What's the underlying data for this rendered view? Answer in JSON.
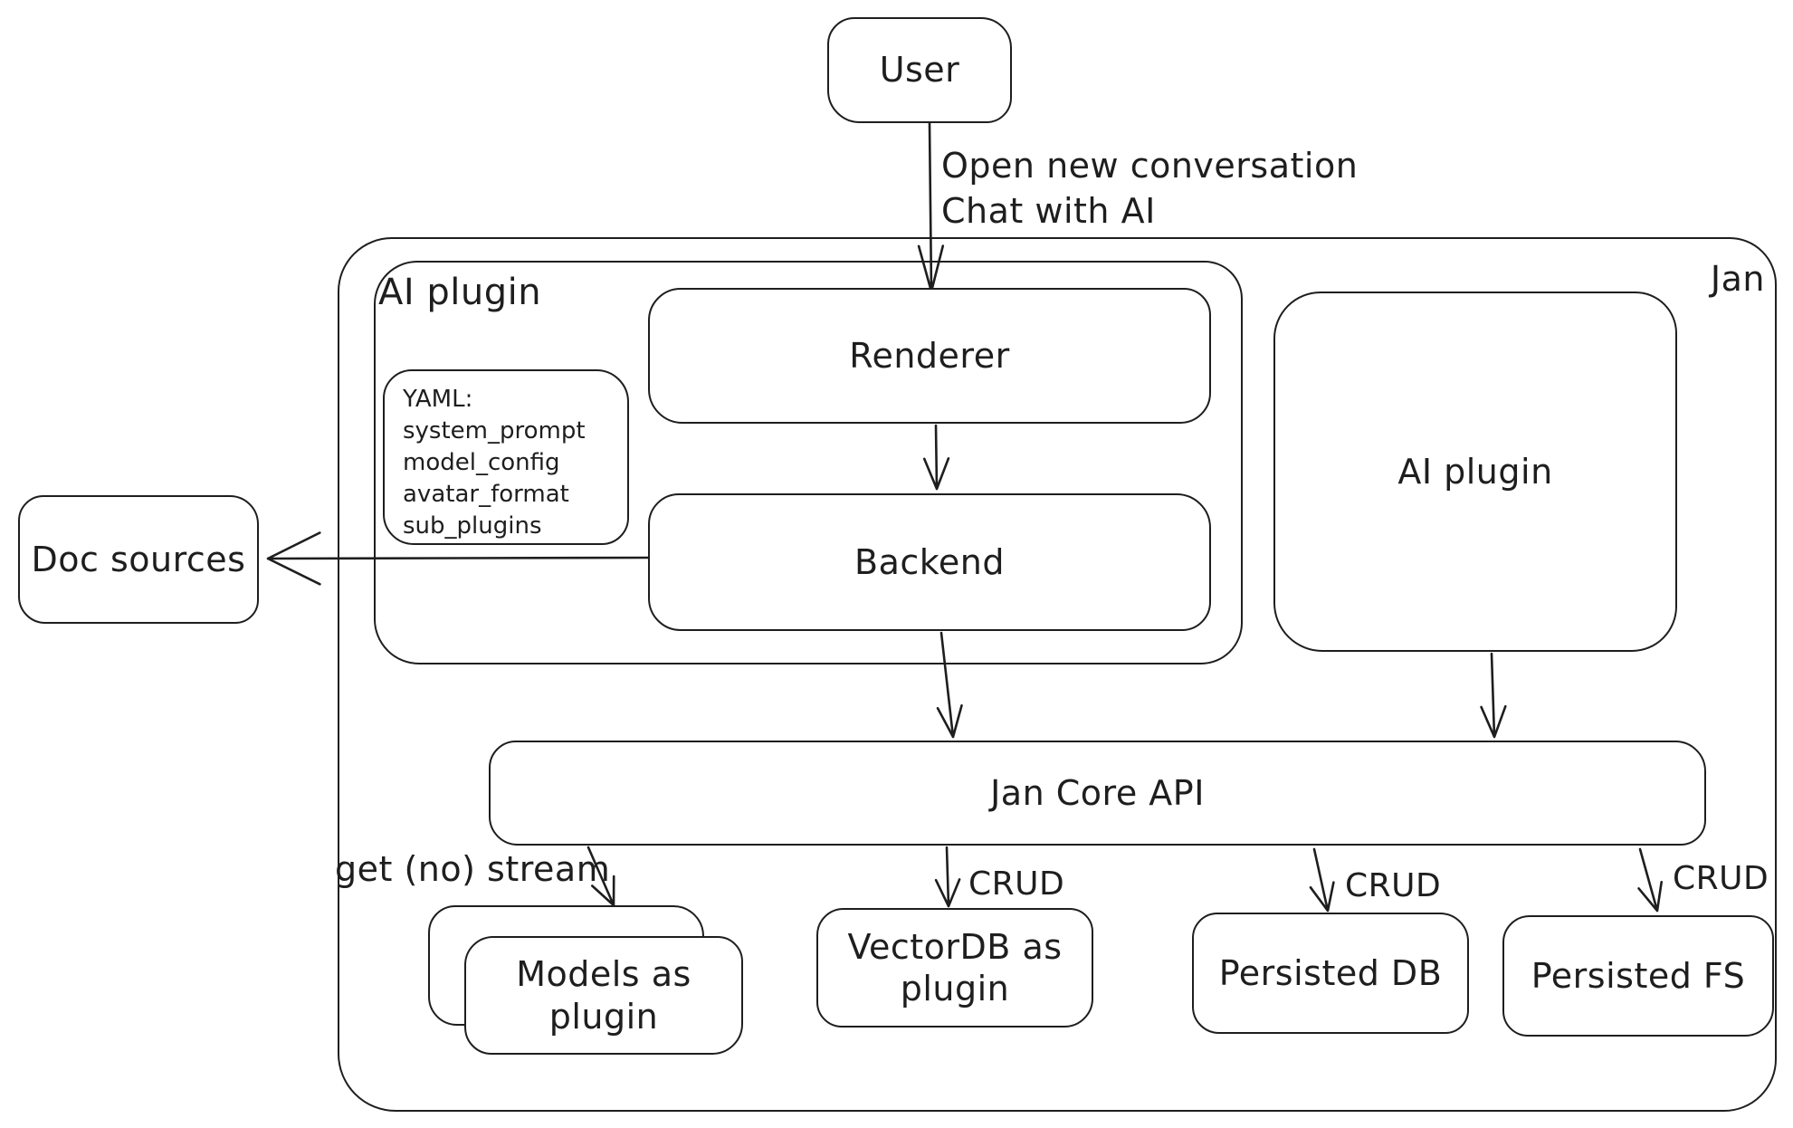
{
  "diagram": {
    "title_context": "Jan architecture diagram",
    "user_box": "User",
    "user_arrow_label": [
      "Open new conversation",
      "Chat with AI"
    ],
    "jan_label": "Jan",
    "ai_plugin_container_label": "AI plugin",
    "renderer_box": "Renderer",
    "yaml_note": {
      "title": "YAML:",
      "lines": [
        "system_prompt",
        "model_config",
        "avatar_format",
        "sub_plugins"
      ]
    },
    "backend_box": "Backend",
    "ai_plugin_box": "AI plugin",
    "doc_sources_box": "Doc sources",
    "jan_core_api_box": "Jan Core API",
    "get_stream_label": "get (no) stream",
    "models_box": "Models as plugin",
    "vectordb_box": "VectorDB as plugin",
    "crud_labels": [
      "CRUD",
      "CRUD",
      "CRUD"
    ],
    "persisted_db_box": "Persisted DB",
    "persisted_fs_box": "Persisted FS",
    "colors": {
      "stroke": "#1e1e1e",
      "background": "#ffffff"
    }
  }
}
